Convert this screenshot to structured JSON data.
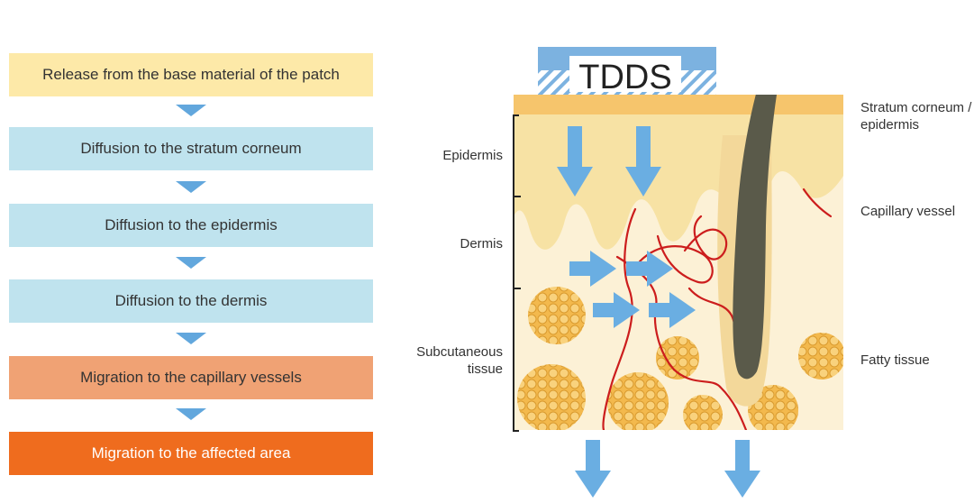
{
  "flow": {
    "steps": [
      {
        "label": "Release from the base material of the patch",
        "color": "#fde9a8"
      },
      {
        "label": "Diffusion to the stratum corneum",
        "color": "#bfe3ee"
      },
      {
        "label": "Diffusion to the epidermis",
        "color": "#bfe3ee"
      },
      {
        "label": "Diffusion to the dermis",
        "color": "#bfe3ee"
      },
      {
        "label": "Migration to the capillary vessels",
        "color": "#f0a274"
      },
      {
        "label": "Migration to the affected area",
        "color": "#ef6c1e"
      }
    ],
    "arrow_color": "#62a7dd"
  },
  "skin": {
    "patch_label": "TDDS",
    "labels": {
      "stratum": "Stratum corneum /\nepidermis",
      "epidermis": "Epidermis",
      "dermis": "Dermis",
      "subcutaneous": "Subcutaneous\ntissue",
      "capillary": "Capillary vessel",
      "fatty": "Fatty tissue"
    },
    "colors": {
      "patch": "#7cb2e0",
      "stratum": "#f6c56c",
      "epidermis": "#f7e2a4",
      "dermis": "#fcf1d6",
      "fat": "#f3b94d",
      "vessel": "#cc1d1d",
      "hair": "#5a5a4a",
      "arrow": "#6aaee2"
    }
  }
}
